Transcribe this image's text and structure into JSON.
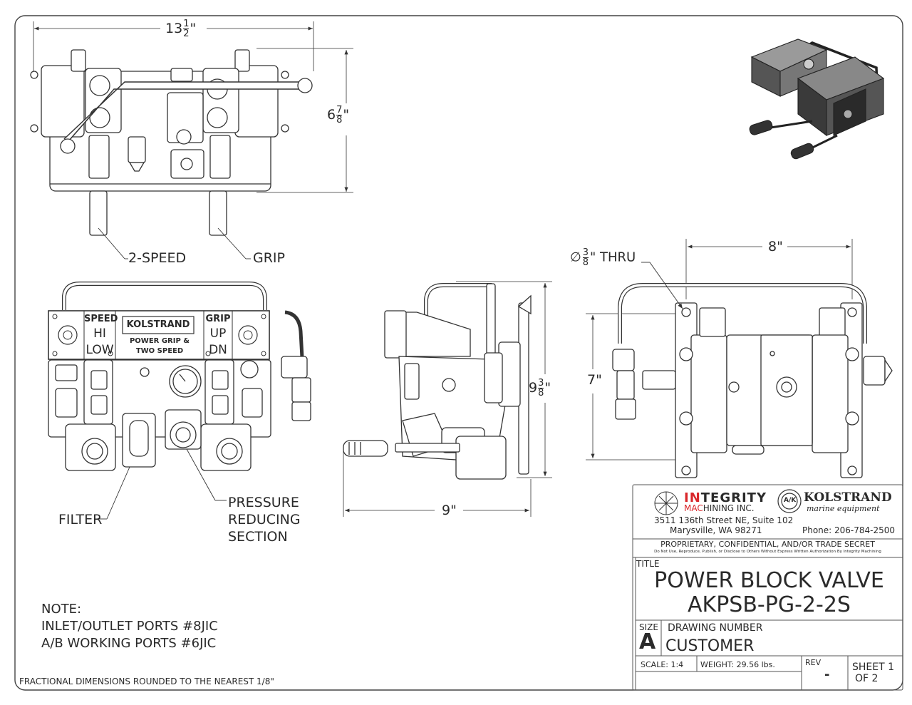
{
  "dimensions": {
    "top_width": {
      "whole": "13",
      "num": "1",
      "den": "2",
      "unit": "\""
    },
    "top_height": {
      "whole": "6",
      "num": "7",
      "den": "8",
      "unit": "\""
    },
    "side_height": {
      "whole": "9",
      "num": "3",
      "den": "8",
      "unit": "\""
    },
    "side_width": "9\"",
    "rear_width": "8\"",
    "rear_height": "7\"",
    "hole": {
      "symbol": "∅",
      "num": "3",
      "den": "8",
      "suffix": "\" THRU"
    }
  },
  "callouts": {
    "two_speed": "2-SPEED",
    "grip": "GRIP",
    "filter": "FILTER",
    "pressure": [
      "PRESSURE",
      "REDUCING",
      "SECTION"
    ]
  },
  "front_plate": {
    "speed": "SPEED",
    "hi": "HI",
    "low": "LOW",
    "brand": "KOLSTRAND",
    "line1": "POWER GRIP &",
    "line2": "TWO SPEED",
    "grip": "GRIP",
    "up": "UP",
    "dn": "DN"
  },
  "note": {
    "heading": "NOTE:",
    "line1": "INLET/OUTLET PORTS #8JIC",
    "line2": "A/B WORKING PORTS #6JIC"
  },
  "footer_note": "FRACTIONAL DIMENSIONS ROUNDED TO THE NEAREST 1/8\"",
  "title_block": {
    "company_a1": "IN",
    "company_a2": "TEGRITY",
    "company_b1": "MAC",
    "company_b2": "HINING INC.",
    "partner": "KOLSTRAND",
    "partner_sub": "marine equipment",
    "partner_badge": "A/K",
    "address1": "3511 136th Street NE, Suite 102",
    "address2": "Marysville, WA  98271",
    "phone": "Phone: 206-784-2500",
    "proprietary": "PROPRIETARY, CONFIDENTIAL, AND/OR TRADE SECRET",
    "disclaimer": "Do Not Use, Reproduce, Publish, or Disclose to Others Without Express Written Authorization By Integrity Machining",
    "title_label": "TITLE",
    "title_line1": "POWER BLOCK VALVE",
    "title_line2": "AKPSB-PG-2-2S",
    "size_label": "SIZE",
    "size_value": "A",
    "drawing_label": "DRAWING NUMBER",
    "drawing_value": "CUSTOMER",
    "scale": "SCALE: 1:4",
    "weight": "WEIGHT: 29.56 lbs.",
    "rev_label": "REV",
    "rev_value": "-",
    "sheet1": "SHEET 1",
    "sheet2": "OF 2"
  },
  "colors": {
    "accent": "#d9262a",
    "line": "#333333"
  }
}
